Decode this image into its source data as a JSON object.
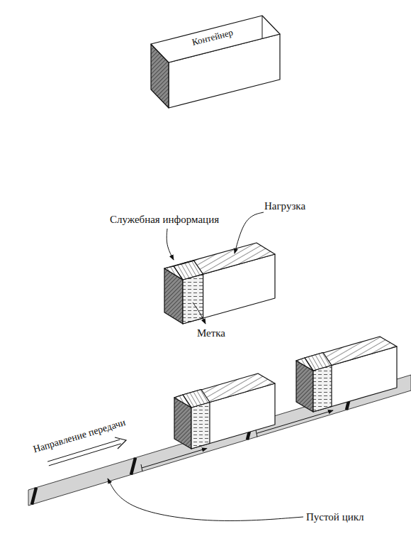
{
  "diagram": {
    "labels": [
      "Контейнер",
      "Служебная информация",
      "Нагрузка",
      "Метка",
      "Направление передачи",
      "Пустой цикл"
    ]
  }
}
